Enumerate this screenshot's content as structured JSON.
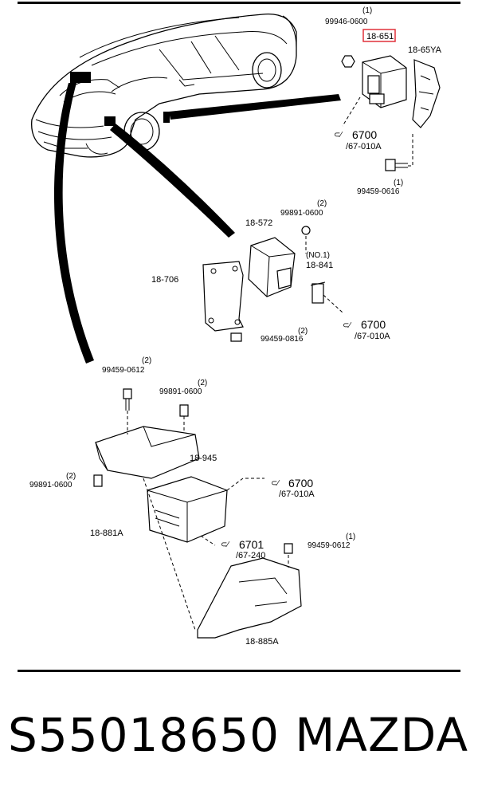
{
  "labels": {
    "qty_1_top": "(1)",
    "part_99946_0600": "99946-0600",
    "part_18_651": "18-651",
    "part_18_65YA": "18-65YA",
    "ref_6700_a": "6700",
    "ref_67_010A_a": "/67-010A",
    "part_99459_0616": "99459-0616",
    "qty_1_0616": "(1)",
    "qty_2_0600_mid": "(2)",
    "part_99891_0600_mid": "99891-0600",
    "part_18_572": "18-572",
    "note_no1": "(NO.1)",
    "part_18_841": "18-841",
    "part_18_706": "18-706",
    "ref_6700_b": "6700",
    "ref_67_010A_b": "/67-010A",
    "qty_2_0816": "(2)",
    "part_99459_0816": "99459-0816",
    "qty_2_0612": "(2)",
    "part_99459_0612_a": "99459-0612",
    "qty_2_0600_r": "(2)",
    "part_99891_0600_r": "99891-0600",
    "part_18_945": "18-945",
    "qty_2_0600_l": "(2)",
    "part_99891_0600_l": "99891-0600",
    "ref_6700_c": "6700",
    "ref_67_010A_c": "/67-010A",
    "part_18_881A": "18-881A",
    "ref_6701": "6701",
    "ref_67_240": "/67-240",
    "qty_1_0612": "(1)",
    "part_99459_0612_b": "99459-0612",
    "part_18_885A": "18-885A"
  },
  "highlight_color": "#e0303a",
  "footer": {
    "part_number": "S55018650",
    "brand": "MAZDA"
  }
}
